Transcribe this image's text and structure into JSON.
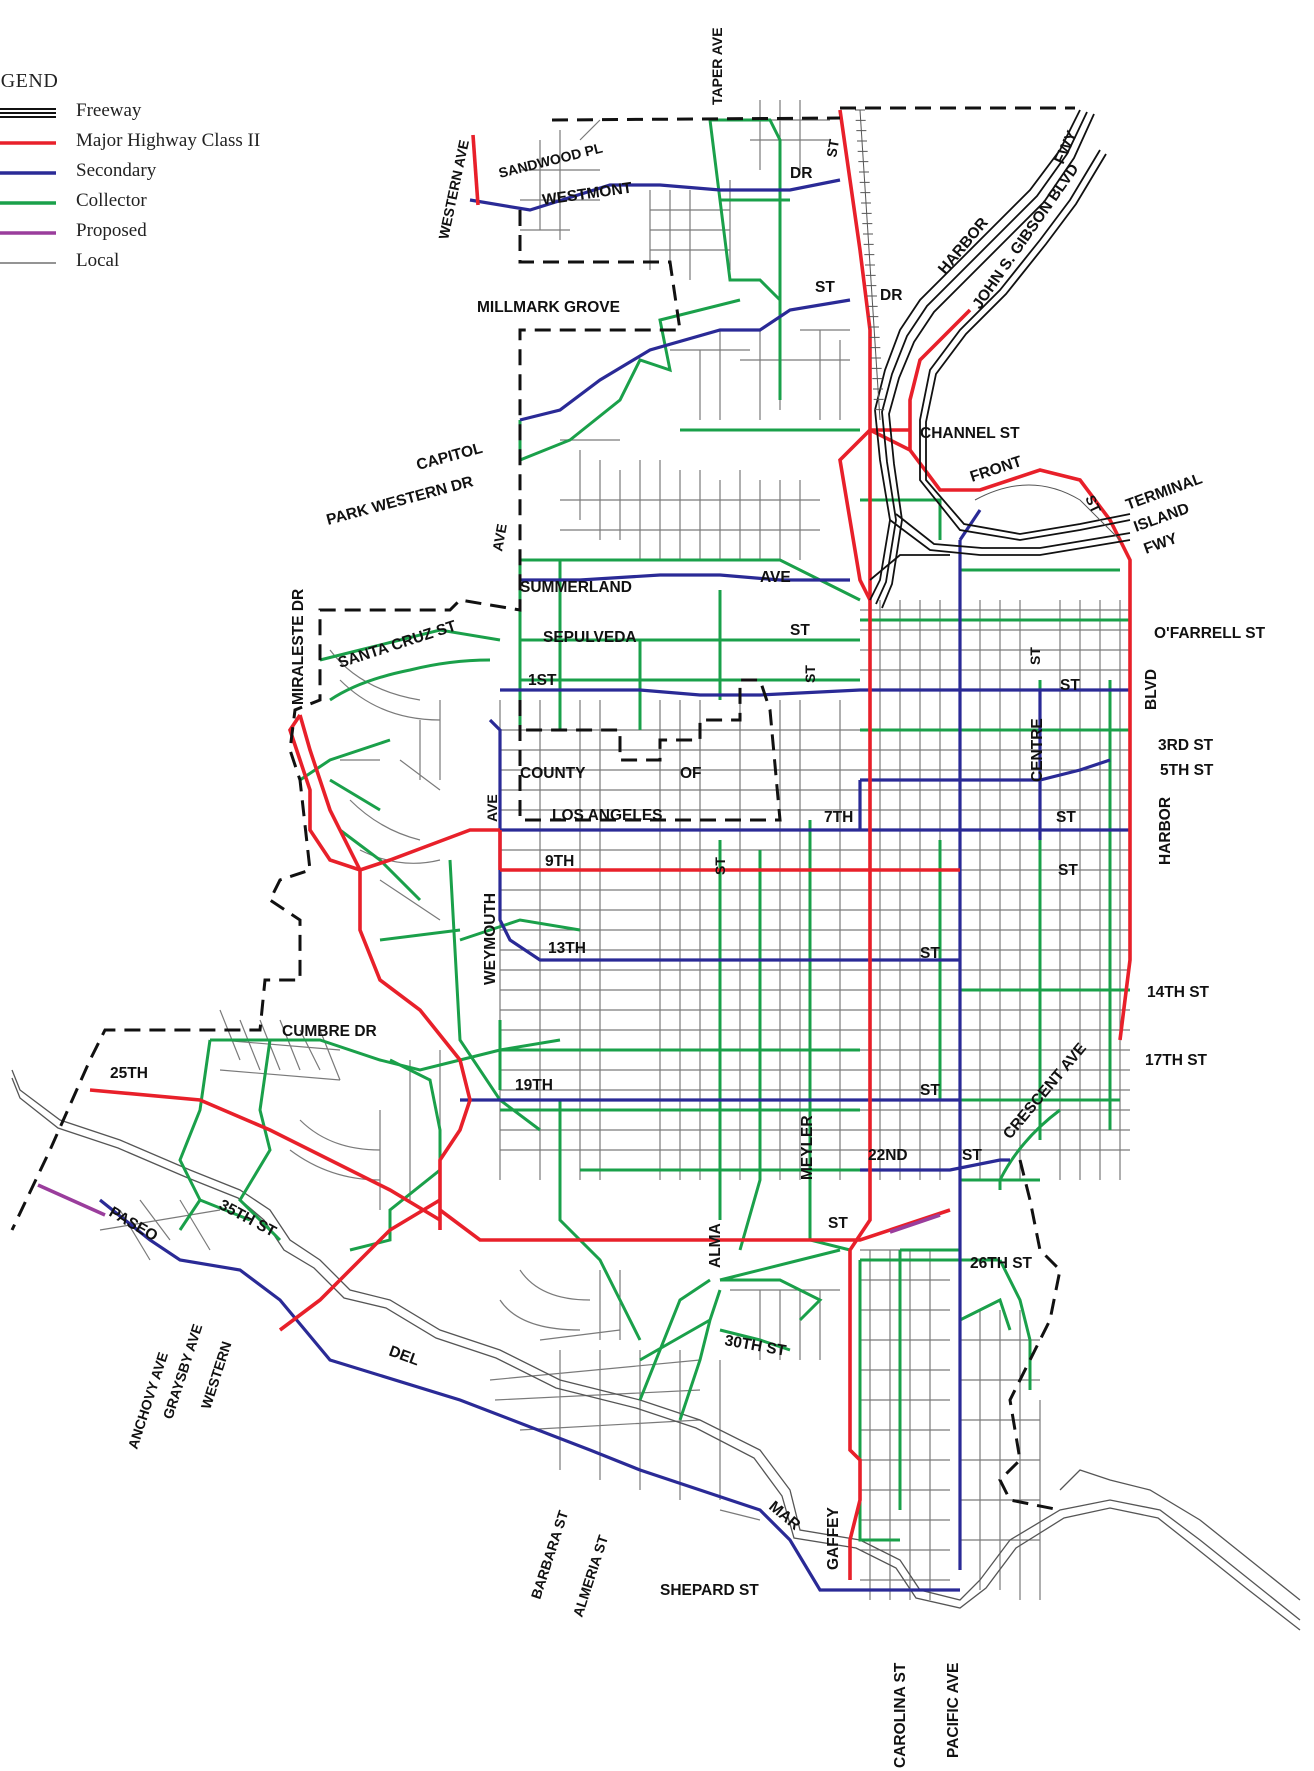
{
  "legend": {
    "title": "EGEND",
    "items": [
      {
        "key": "freeway",
        "label": "Freeway",
        "color": "#111111",
        "style": "double"
      },
      {
        "key": "major",
        "label": "Major Highway Class II",
        "color": "#e8202a",
        "style": "solid"
      },
      {
        "key": "secondary",
        "label": "Secondary",
        "color": "#2a2a96",
        "style": "solid"
      },
      {
        "key": "collector",
        "label": "Collector",
        "color": "#1aa04a",
        "style": "solid"
      },
      {
        "key": "proposed",
        "label": "Proposed",
        "color": "#9a3d9c",
        "style": "solid"
      },
      {
        "key": "local",
        "label": "Local",
        "color": "#555555",
        "style": "thin"
      }
    ]
  },
  "colors": {
    "freeway": "#111111",
    "major": "#e8202a",
    "secondary": "#2a2a96",
    "collector": "#1aa04a",
    "proposed": "#9a3d9c",
    "local": "#7a7a7a",
    "boundary": "#111111"
  },
  "labels": {
    "taper_ave": "TAPER AVE",
    "western_ave_n": "WESTERN AVE",
    "sandwood_pl": "SANDWOOD PL",
    "westmont": "WESTMONT",
    "dr_westmont": "DR",
    "st_top": "ST",
    "fwy": "FWY",
    "harbor_n": "HARBOR",
    "john_s_gibson": "JOHN S. GIBSON BLVD",
    "st_millmark": "ST",
    "dr_harbor": "DR",
    "millmark_grove": "MILLMARK GROVE",
    "capitol": "CAPITOL",
    "park_western_dr": "PARK WESTERN DR",
    "ave_capitol": "AVE",
    "channel_st": "CHANNEL ST",
    "front": "FRONT",
    "st_front": "ST",
    "terminal": "TERMINAL",
    "island": "ISLAND",
    "fwy_terminal": "FWY",
    "summerland": "SUMMERLAND",
    "ave_summerland": "AVE",
    "miraleste_dr": "MIRALESTE DR",
    "santa_cruz_st": "SANTA CRUZ ST",
    "sepulveda": "SEPULVEDA",
    "st_sepulveda": "ST",
    "ofarrell_st": "O'FARRELL ST",
    "st_centre": "ST",
    "st_1st_mid": "ST",
    "first": "1ST",
    "st_1st": "ST",
    "blvd": "BLVD",
    "third_st": "3RD ST",
    "fifth_st": "5TH ST",
    "centre": "CENTRE",
    "county": "COUNTY",
    "of": "OF",
    "los_angeles": "LOS ANGELES",
    "ave_weymouth": "AVE",
    "seventh": "7TH",
    "st_7th": "ST",
    "harbor_e": "HARBOR",
    "ninth": "9TH",
    "st_9th": "ST",
    "st_8th": "ST",
    "weymouth": "WEYMOUTH",
    "thirteenth": "13TH",
    "st_13th": "ST",
    "fourteenth_st": "14TH ST",
    "cumbre_dr": "CUMBRE DR",
    "twentyfifth": "25TH",
    "seventeenth_st": "17TH ST",
    "nineteenth": "19TH",
    "st_19th": "ST",
    "crescent_ave": "CRESCENT AVE",
    "meyler": "MEYLER",
    "twentysecond": "22ND",
    "st_22nd": "ST",
    "paseo": "PASEO",
    "thirtyfifth_st": "35TH ST",
    "alma": "ALMA",
    "st_25th": "ST",
    "twentysixth_st": "26TH ST",
    "anchovy_ave": "ANCHOVY AVE",
    "graysby_ave": "GRAYSBY AVE",
    "western_s": "WESTERN",
    "del": "DEL",
    "thirtieth_st": "30TH ST",
    "mar": "MAR",
    "gaffey": "GAFFEY",
    "barbara_st": "BARBARA ST",
    "almeria_st": "ALMERIA ST",
    "shepard_st": "SHEPARD ST",
    "carolina_st": "CAROLINA ST",
    "pacific_ave": "PACIFIC AVE"
  }
}
